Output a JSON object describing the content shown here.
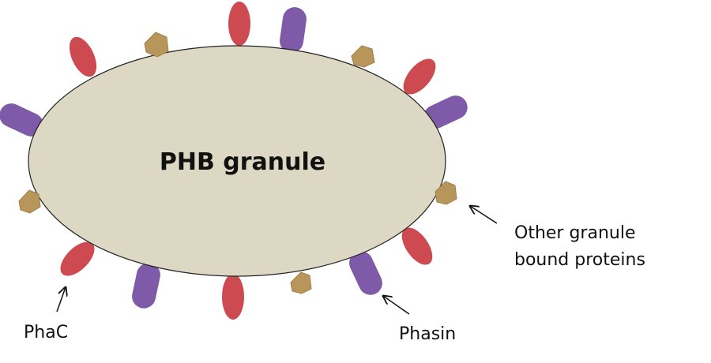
{
  "diagram": {
    "granule_label": "PHB granule",
    "labels": {
      "phac": "PhaC",
      "phasin": "Phasin",
      "other_line1": "Other granule",
      "other_line2": "bound proteins"
    },
    "colors": {
      "background": "#ffffff",
      "granule_fill": "#ddd8c4",
      "granule_stroke": "#222222",
      "phac": "#cc4a50",
      "phasin": "#7f5aa8",
      "other_protein": "#b8955a",
      "arrow": "#111111"
    },
    "legend": [
      {
        "key": "phac",
        "shape": "red-oval"
      },
      {
        "key": "phasin",
        "shape": "purple-capsule"
      },
      {
        "key": "other",
        "shape": "tan-hexagon"
      }
    ]
  }
}
